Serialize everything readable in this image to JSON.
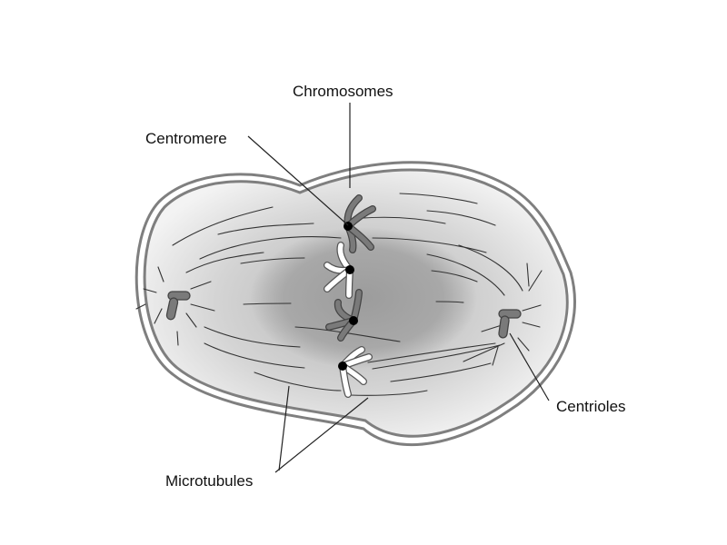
{
  "labels": {
    "chromosomes": "Chromosomes",
    "centromere": "Centromere",
    "centrioles": "Centrioles",
    "microtubules": "Microtubules"
  },
  "colors": {
    "membrane": "#888888",
    "cytoplasm_light": "#f2f2f2",
    "cytoplasm_dark": "#9a9a9a",
    "chromosome_dark": "#7a7a7a",
    "chromosome_light": "#ffffff",
    "centromere": "#000000"
  }
}
